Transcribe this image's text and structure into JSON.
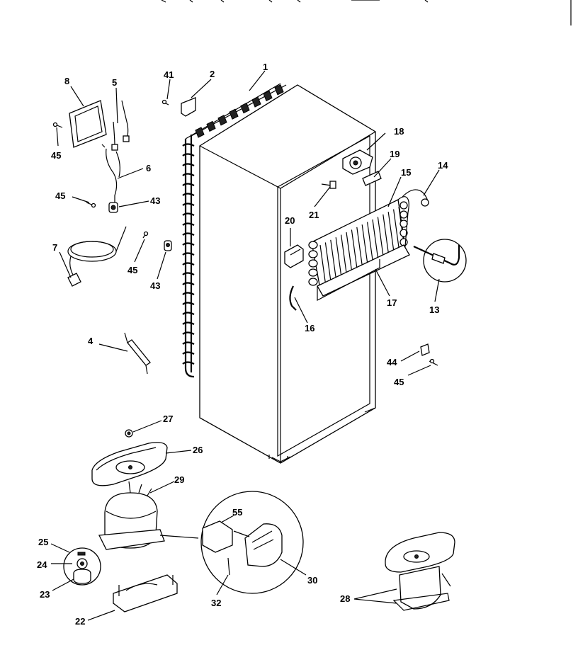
{
  "labels": {
    "p1": "1",
    "p2": "2",
    "p4": "4",
    "p5": "5",
    "p6": "6",
    "p7": "7",
    "p8": "8",
    "p13": "13",
    "p14": "14",
    "p15": "15",
    "p16": "16",
    "p17": "17",
    "p18": "18",
    "p19": "19",
    "p20": "20",
    "p21": "21",
    "p22": "22",
    "p23": "23",
    "p24": "24",
    "p25": "25",
    "p26": "26",
    "p27": "27",
    "p28": "28",
    "p29": "29",
    "p30": "30",
    "p32": "32",
    "p41": "41",
    "p43a": "43",
    "p43b": "43",
    "p44": "44",
    "p45a": "45",
    "p45b": "45",
    "p45c": "45",
    "p45d": "45",
    "p55": "55"
  },
  "colors": {
    "line": "#000000",
    "background": "#ffffff"
  }
}
